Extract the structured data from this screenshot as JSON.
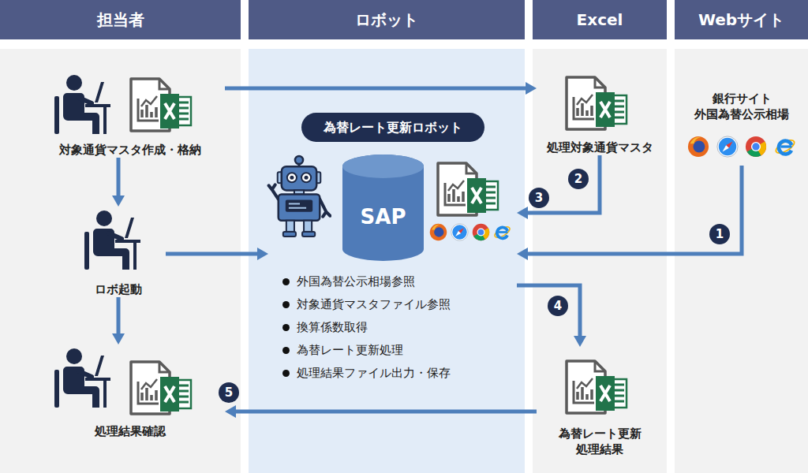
{
  "diagram": {
    "nodes": [
      {
        "text": [
          "担当者"
        ]
      },
      {
        "text": [
          "ロボット"
        ]
      },
      {
        "text": [
          "Excel"
        ]
      },
      {
        "text": [
          "Webサイト"
        ]
      },
      {
        "text": [
          "対象通貨マスタ作成・格納"
        ],
        "in": 0
      },
      {
        "text": [
          "ロボ起動"
        ],
        "in": 0
      },
      {
        "text": [
          "処理結果確認"
        ],
        "in": 0
      },
      {
        "text": [
          "為替レート更新ロボット",
          "外国為替公示相場参照",
          "対象通貨マスタファイル参照",
          "換算係数取得",
          "為替レート更新処理",
          "処理結果ファイル出力・保存"
        ],
        "in": 1
      },
      {
        "text": [
          "SAP"
        ],
        "in": 7
      },
      {
        "text": [
          "処理対象通貨マスタ"
        ],
        "in": 2
      },
      {
        "text": [
          "為替レート更新 処理結果"
        ],
        "in": 2
      },
      {
        "text": [
          "銀行サイト 外国為替公示相場"
        ],
        "in": 3
      }
    ],
    "edges": [
      {
        "from": 4,
        "to": 9,
        "arrow": "to"
      },
      {
        "from": 4,
        "to": 5,
        "arrow": "to"
      },
      {
        "from": 5,
        "to": 6,
        "arrow": "to"
      },
      {
        "from": 5,
        "to": 7,
        "arrow": "to"
      },
      {
        "from": 11,
        "to": 7,
        "label": "1",
        "arrow": "to"
      },
      {
        "from": 9,
        "to": 7,
        "label": "2",
        "arrow": "to"
      },
      {
        "from": 7,
        "to": 10,
        "label": "4",
        "arrow": "to"
      },
      {
        "from": 10,
        "to": 6,
        "label": "5",
        "arrow": "to"
      }
    ],
    "labels": [
      "3"
    ]
  }
}
